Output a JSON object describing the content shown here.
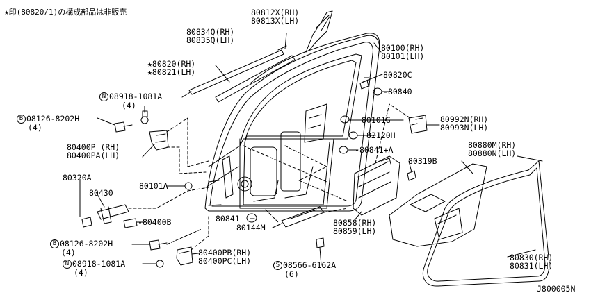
{
  "note": "★印(80820/1)の構成部品は非販売",
  "diagram_id": "J800005N",
  "callouts": {
    "p80812": [
      "80812X(RH)",
      "80813X(LH)"
    ],
    "p80834": [
      "80834Q(RH)",
      "80835Q(LH)"
    ],
    "p80820": [
      "★80820(RH)",
      "★80821(LH)"
    ],
    "p80100": [
      "80100(RH)",
      "80101(LH)"
    ],
    "p80820c": "80820C",
    "p80840": "80840",
    "n08918a": {
      "mark": "N",
      "part": "08918-1081A",
      "qty": "(4)"
    },
    "b08126a": {
      "mark": "B",
      "part": "08126-8202H",
      "qty": "(4)"
    },
    "p80400p": [
      "80400P (RH)",
      "80400PA(LH)"
    ],
    "p80101g": "80101G",
    "p82120h": "82120H",
    "p80841a": "80841+A",
    "p80992": [
      "80992N(RH)",
      "80993N(LH)"
    ],
    "p80880": [
      "80880M(RH)",
      "80880N(LH)"
    ],
    "p80319b": "80319B",
    "p80320a": "80320A",
    "p80430": "80430",
    "p80101a": "80101A",
    "p80400b": "80400B",
    "p80841": "80841",
    "p80144m": "80144M",
    "p80858": [
      "80858(RH)",
      "80859(LH)"
    ],
    "b08126b": {
      "mark": "B",
      "part": "08126-8202H",
      "qty": "(4)"
    },
    "p80400pb": [
      "80400PB(RH)",
      "80400PC(LH)"
    ],
    "n08918b": {
      "mark": "N",
      "part": "08918-1081A",
      "qty": "(4)"
    },
    "s08566": {
      "mark": "S",
      "part": "08566-6162A",
      "qty": "(6)"
    },
    "p80830": [
      "80830(RH)",
      "80831(LH)"
    ]
  }
}
